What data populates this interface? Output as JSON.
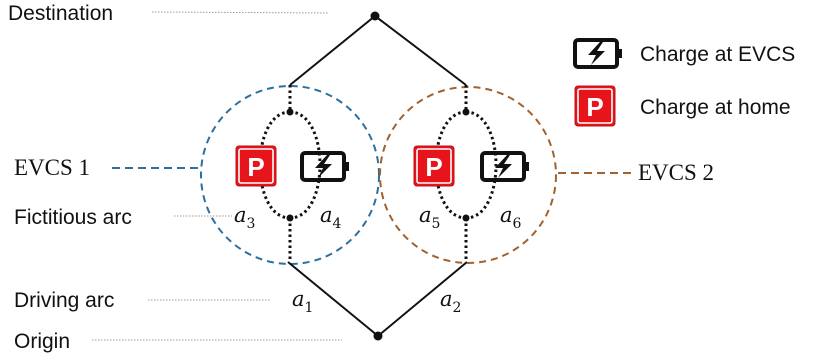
{
  "labels": {
    "destination": "Destination",
    "evcs1": "EVCS 1",
    "evcs2": "EVCS 2",
    "fictitious_arc": "Fictitious arc",
    "driving_arc": "Driving arc",
    "origin": "Origin"
  },
  "legend": {
    "charge_evcs": "Charge at EVCS",
    "charge_home": "Charge at home",
    "charge_evcs_icon": "battery-charging-icon",
    "charge_home_icon": "parking-icon"
  },
  "arcs": {
    "a1": {
      "base": "a",
      "sub": "1"
    },
    "a2": {
      "base": "a",
      "sub": "2"
    },
    "a3": {
      "base": "a",
      "sub": "3"
    },
    "a4": {
      "base": "a",
      "sub": "4"
    },
    "a5": {
      "base": "a",
      "sub": "5"
    },
    "a6": {
      "base": "a",
      "sub": "6"
    }
  },
  "parking_letter": "P",
  "colors": {
    "evcs1": "#2e6f9e",
    "evcs2": "#a0622f",
    "parking_red": "#e8141b",
    "line": "#111111",
    "leader": "#9a9a9a"
  }
}
